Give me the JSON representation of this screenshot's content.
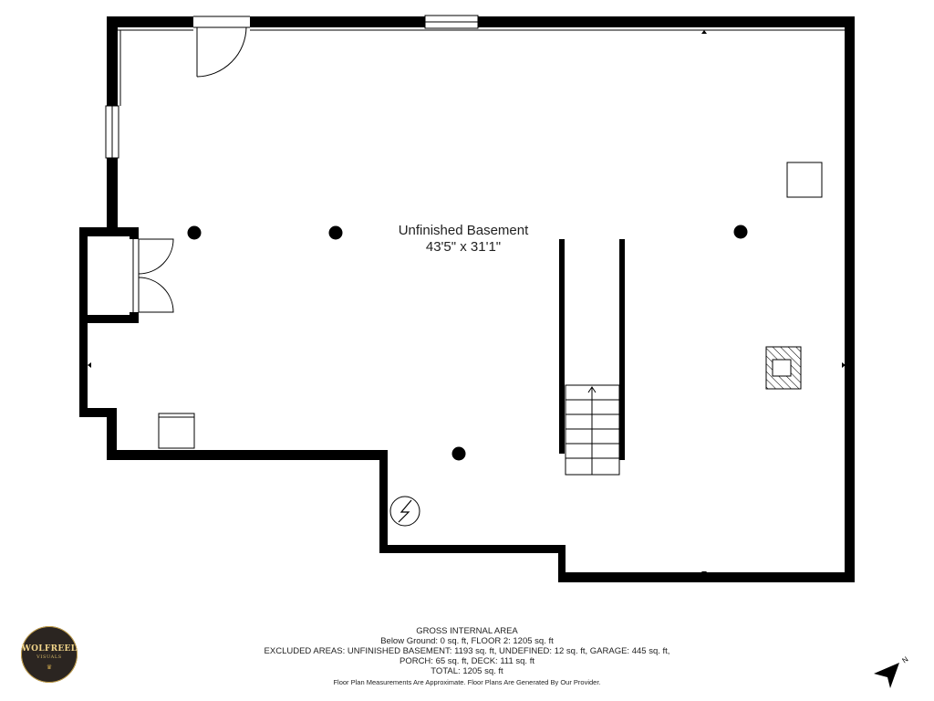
{
  "room": {
    "name": "Unfinished Basement",
    "dimensions": "43'5\" x 31'1\""
  },
  "area_summary": {
    "heading": "GROSS INTERNAL AREA",
    "line1": "Below Ground: 0 sq. ft, FLOOR 2: 1205 sq. ft",
    "line2": "EXCLUDED AREAS: UNFINISHED BASEMENT: 1193 sq. ft, UNDEFINED: 12 sq. ft, GARAGE: 445 sq. ft,",
    "line3": "PORCH: 65 sq. ft, DECK: 111 sq. ft",
    "line4": "TOTAL: 1205 sq. ft",
    "disclaimer": "Floor Plan Measurements Are Approximate. Floor Plans Are Generated By Our Provider."
  },
  "logo": {
    "brand": "WOLFREEL",
    "sub": "VISUALS",
    "crown": "♛"
  },
  "compass": {
    "label": "N",
    "icon": "north-arrow-icon"
  },
  "colors": {
    "wall": "#000000",
    "background": "#ffffff",
    "logo_bg": "#2b2521",
    "logo_gold": "#c9a44c"
  }
}
